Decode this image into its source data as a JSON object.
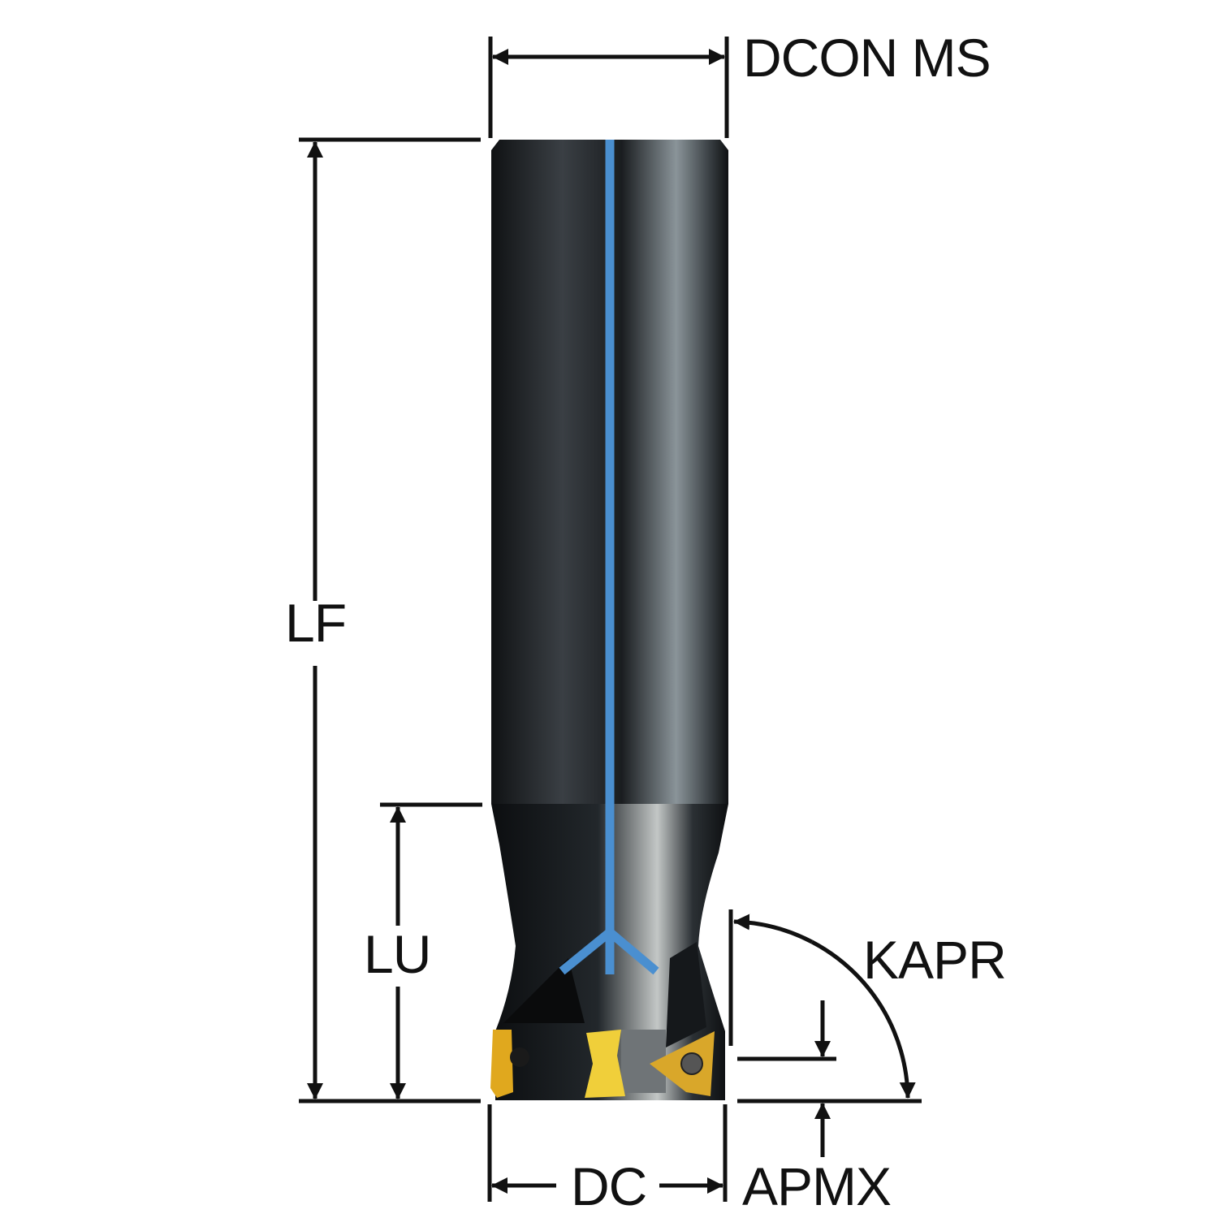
{
  "title": "Milling cutter dimension diagram",
  "labels": {
    "dcon_ms": "DCON MS",
    "lf": "LF",
    "lu": "LU",
    "kapr": "KAPR",
    "dc": "DC",
    "apmx": "APMX"
  },
  "colors": {
    "tool_body": "#1c1f22",
    "coolant": "#4a8fd0",
    "insert": "#e8b422",
    "dimension": "#111111"
  }
}
